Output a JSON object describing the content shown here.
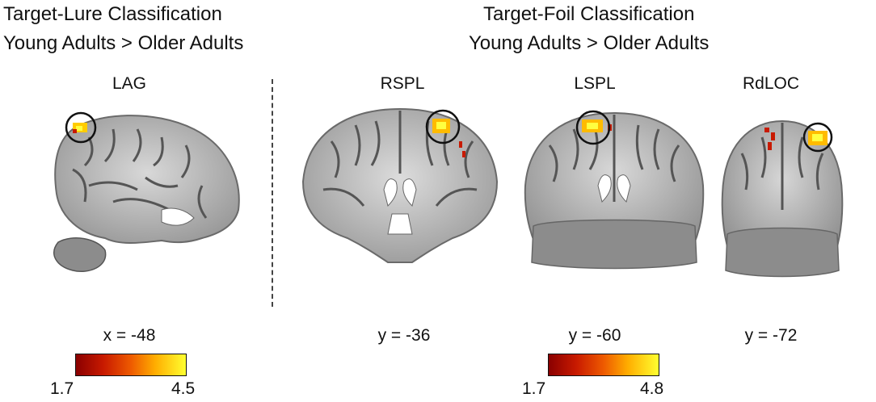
{
  "left_panel": {
    "title_line1": "Target-Lure Classification",
    "title_line2": "Young Adults > Older Adults",
    "region": "LAG",
    "coordinate": "x = -48",
    "colorbar": {
      "min": "1.7",
      "max": "4.5"
    }
  },
  "right_panel": {
    "title_line1": "Target-Foil Classification",
    "title_line2": "Young Adults > Older Adults",
    "regions": [
      {
        "label": "RSPL",
        "coordinate": "y = -36"
      },
      {
        "label": "LSPL",
        "coordinate": "y = -60"
      },
      {
        "label": "RdLOC",
        "coordinate": "y = -72"
      }
    ],
    "colorbar": {
      "min": "1.7",
      "max": "4.8"
    }
  },
  "colors": {
    "colormap": [
      "#8a0000",
      "#c81a00",
      "#ee5a00",
      "#ffad00",
      "#ffff30"
    ],
    "circle": "#111111"
  }
}
